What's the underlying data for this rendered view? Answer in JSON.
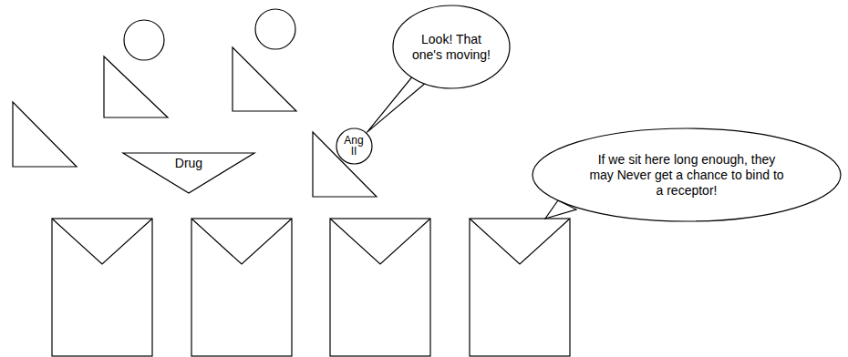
{
  "diagram": {
    "nodes": [
      {
        "text": [
          "Look! That one's moving!"
        ]
      },
      {
        "text": [
          "If we sit here long enough, they may Never get a chance to bind to a receptor!"
        ]
      },
      {
        "text": [
          "Drug"
        ]
      },
      {
        "text": [
          "Ang II"
        ]
      }
    ],
    "edges": [
      {
        "from": 0,
        "to": 3,
        "arrow": "none"
      }
    ]
  }
}
